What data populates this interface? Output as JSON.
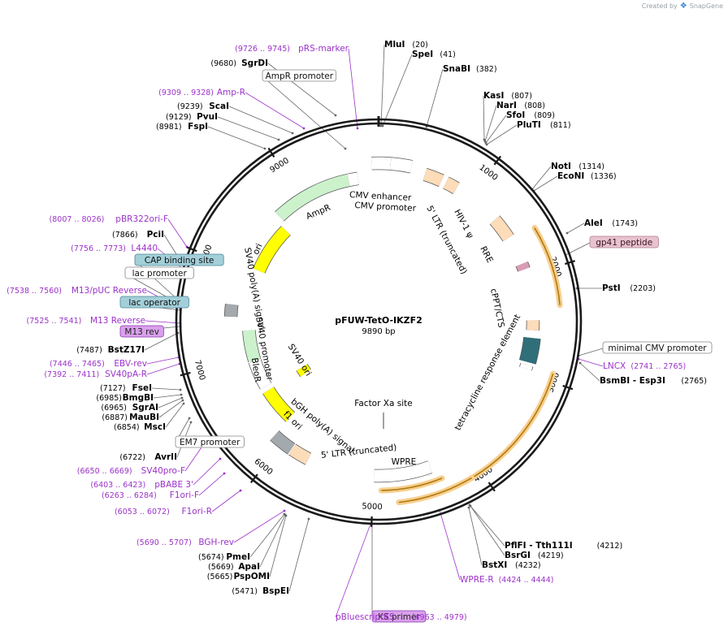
{
  "credit": {
    "prefix": "Created by",
    "brand": "SnapGene"
  },
  "plasmid": {
    "name": "pFUW-TetO-IKZF2",
    "size_label": "9890 bp",
    "length": 9890
  },
  "ticks": [
    {
      "bp": 1000,
      "label": "1000"
    },
    {
      "bp": 2000,
      "label": "2000"
    },
    {
      "bp": 3000,
      "label": "3000"
    },
    {
      "bp": 4000,
      "label": "4000"
    },
    {
      "bp": 5000,
      "label": "5000"
    },
    {
      "bp": 6000,
      "label": "6000"
    },
    {
      "bp": 7000,
      "label": "7000"
    },
    {
      "bp": 8000,
      "label": "8000"
    },
    {
      "bp": 9000,
      "label": "9000"
    }
  ],
  "features": [
    {
      "name": "CMV enhancer",
      "start": 9820,
      "end": 120,
      "color": "#ffffff"
    },
    {
      "name": "CMV promoter",
      "start": 120,
      "end": 330,
      "color": "#ffffff"
    },
    {
      "name": "5' LTR (truncated)",
      "start": 480,
      "end": 660,
      "color": "#fddcb9"
    },
    {
      "name": "HIV-1 ψ",
      "start": 710,
      "end": 830,
      "color": "#fddcb9"
    },
    {
      "name": "RRE",
      "start": 1340,
      "end": 1570,
      "color": "#fddcb9"
    },
    {
      "name": "gp41 peptide",
      "start": 1870,
      "end": 1930,
      "color": "#d99cb5"
    },
    {
      "name": "cPPT/CTS",
      "start": 2460,
      "end": 2560,
      "color": "#fddcb9"
    },
    {
      "name": "tetracycline response element",
      "start": 2640,
      "end": 2890,
      "color": "#2f6f7a"
    },
    {
      "name": "minimal CMV promoter",
      "start": 2920,
      "end": 2960,
      "color": "#ffffff"
    },
    {
      "name": "WPRE",
      "start": 4410,
      "end": 4990,
      "color": "#ffffff"
    },
    {
      "name": "5' LTR (truncated)",
      "start": 5690,
      "end": 5880,
      "color": "#fddcb9"
    },
    {
      "name": "bGH poly(A) signal",
      "start": 5890,
      "end": 6110,
      "color": "#a4a9ad"
    },
    {
      "name": "f1 ori",
      "start": 6120,
      "end": 6540,
      "color": "#ffff00"
    },
    {
      "name": "SV40 promoter",
      "start": 6600,
      "end": 6930,
      "color": "#ffffff"
    },
    {
      "name": "BleoR",
      "start": 6940,
      "end": 7310,
      "color": "#ccf2cc"
    },
    {
      "name": "SV40 ori",
      "start": 6450,
      "end": 6570,
      "color": "#ffff00"
    },
    {
      "name": "SV40 poly(A) signal",
      "start": 7470,
      "end": 7600,
      "color": "#a4a9ad"
    },
    {
      "name": "ori",
      "start": 8050,
      "end": 8640,
      "color": "#ffff00"
    },
    {
      "name": "AmpR",
      "start": 8700,
      "end": 9560,
      "color": "#ccf2cc"
    },
    {
      "name": "AmpR promoter",
      "start": 9560,
      "end": 9665,
      "color": "#ffffff"
    }
  ],
  "orfs": [
    {
      "start": 1620,
      "end": 2330
    },
    {
      "start": 2930,
      "end": 4340
    },
    {
      "start": 4340,
      "end": 4920
    },
    {
      "start": 4100,
      "end": 4770
    }
  ],
  "site_labels": [
    {
      "name": "MluI",
      "pos": "(20)",
      "type": "enzyme"
    },
    {
      "name": "SpeI",
      "pos": "(41)",
      "type": "enzyme"
    },
    {
      "name": "SnaBI",
      "pos": "(382)",
      "type": "enzyme"
    },
    {
      "name": "KasI",
      "pos": "(807)",
      "type": "enzyme"
    },
    {
      "name": "NarI",
      "pos": "(808)",
      "type": "enzyme"
    },
    {
      "name": "SfoI",
      "pos": "(809)",
      "type": "enzyme"
    },
    {
      "name": "PluTI",
      "pos": "(811)",
      "type": "enzyme"
    },
    {
      "name": "NotI",
      "pos": "(1314)",
      "type": "enzyme"
    },
    {
      "name": "EcoNI",
      "pos": "(1336)",
      "type": "enzyme"
    },
    {
      "name": "AleI",
      "pos": "(1743)",
      "type": "enzyme"
    },
    {
      "name": "gp41 peptide",
      "pos": "",
      "type": "box-pink"
    },
    {
      "name": "PstI",
      "pos": "(2203)",
      "type": "enzyme"
    },
    {
      "name": "minimal CMV promoter",
      "pos": "",
      "type": "box-white"
    },
    {
      "name": "LNCX",
      "pos": "(2741 .. 2765)",
      "type": "primer"
    },
    {
      "name": "BsmBI  - Esp3I",
      "pos": "(2765)",
      "type": "enzyme"
    },
    {
      "name": "PflFI  - Tth111I",
      "pos": "(4212)",
      "type": "enzyme"
    },
    {
      "name": "BsrGI",
      "pos": "(4219)",
      "type": "enzyme"
    },
    {
      "name": "BstXI",
      "pos": "(4232)",
      "type": "enzyme"
    },
    {
      "name": "WPRE-R",
      "pos": "(4424 .. 4444)",
      "type": "primer"
    },
    {
      "name": "KS primer",
      "pos": "",
      "type": "box-purple"
    },
    {
      "name": "pBluescriptKS",
      "pos": "(4963 .. 4979)",
      "type": "primer"
    },
    {
      "name": "BspEI",
      "pos": "(5471)",
      "type": "enzyme"
    },
    {
      "name": "PspOMI",
      "pos": "(5665)",
      "type": "enzyme"
    },
    {
      "name": "ApaI",
      "pos": "(5669)",
      "type": "enzyme"
    },
    {
      "name": "PmeI",
      "pos": "(5674)",
      "type": "enzyme"
    },
    {
      "name": "BGH-rev",
      "pos": "(5690 .. 5707)",
      "type": "primer"
    },
    {
      "name": "F1ori-R",
      "pos": "(6053 .. 6072)",
      "type": "primer"
    },
    {
      "name": "F1ori-F",
      "pos": "(6263 .. 6284)",
      "type": "primer"
    },
    {
      "name": "pBABE 3'",
      "pos": "(6403 .. 6423)",
      "type": "primer"
    },
    {
      "name": "SV40pro-F",
      "pos": "(6650 .. 6669)",
      "type": "primer"
    },
    {
      "name": "AvrII",
      "pos": "(6722)",
      "type": "enzyme"
    },
    {
      "name": "EM7 promoter",
      "pos": "",
      "type": "box-white"
    },
    {
      "name": "MscI",
      "pos": "(6854)",
      "type": "enzyme"
    },
    {
      "name": "MauBI",
      "pos": "(6887)",
      "type": "enzyme"
    },
    {
      "name": "SgrAI",
      "pos": "(6965)",
      "type": "enzyme"
    },
    {
      "name": "BmgBI",
      "pos": "(6985)",
      "type": "enzyme"
    },
    {
      "name": "FseI",
      "pos": "(7127)",
      "type": "enzyme"
    },
    {
      "name": "SV40pA-R",
      "pos": "(7392 .. 7411)",
      "type": "primer"
    },
    {
      "name": "EBV-rev",
      "pos": "(7446 .. 7465)",
      "type": "primer"
    },
    {
      "name": "BstZ17I",
      "pos": "(7487)",
      "type": "enzyme"
    },
    {
      "name": "M13 rev",
      "pos": "",
      "type": "box-purple"
    },
    {
      "name": "M13 Reverse",
      "pos": "(7525 .. 7541)",
      "type": "primer"
    },
    {
      "name": "lac operator",
      "pos": "",
      "type": "box-teal"
    },
    {
      "name": "M13/pUC Reverse",
      "pos": "(7538 .. 7560)",
      "type": "primer"
    },
    {
      "name": "lac promoter",
      "pos": "",
      "type": "box-white"
    },
    {
      "name": "CAP binding site",
      "pos": "",
      "type": "box-teal"
    },
    {
      "name": "L4440",
      "pos": "(7756 .. 7773)",
      "type": "primer"
    },
    {
      "name": "PciI",
      "pos": "(7866)",
      "type": "enzyme"
    },
    {
      "name": "pBR322ori-F",
      "pos": "(8007 .. 8026)",
      "type": "primer"
    },
    {
      "name": "FspI",
      "pos": "(8981)",
      "type": "enzyme"
    },
    {
      "name": "PvuI",
      "pos": "(9129)",
      "type": "enzyme"
    },
    {
      "name": "ScaI",
      "pos": "(9239)",
      "type": "enzyme"
    },
    {
      "name": "Amp-R",
      "pos": "(9309 .. 9328)",
      "type": "primer"
    },
    {
      "name": "AmpR promoter",
      "pos": "",
      "type": "box-white"
    },
    {
      "name": "SgrDI",
      "pos": "(9680)",
      "type": "enzyme"
    },
    {
      "name": "pRS-marker",
      "pos": "(9726 .. 9745)",
      "type": "primer"
    }
  ],
  "inner_labels": [
    {
      "text": "CMV enhancer"
    },
    {
      "text": "CMV promoter"
    },
    {
      "text": "AmpR"
    },
    {
      "text": "HIV-1 ψ"
    },
    {
      "text": "5' LTR (truncated)"
    },
    {
      "text": "RRE"
    },
    {
      "text": "cPPT/CTS"
    },
    {
      "text": "tetracycline response element"
    },
    {
      "text": "ori"
    },
    {
      "text": "SV40 poly(A) signal"
    },
    {
      "text": "SV40 promoter"
    },
    {
      "text": "BleoR"
    },
    {
      "text": "SV40 ori"
    },
    {
      "text": "Factor Xa site"
    },
    {
      "text": "bGH poly(A) signal"
    },
    {
      "text": "f1 ori"
    },
    {
      "text": "5' LTR (truncated)"
    },
    {
      "text": "WPRE"
    }
  ]
}
